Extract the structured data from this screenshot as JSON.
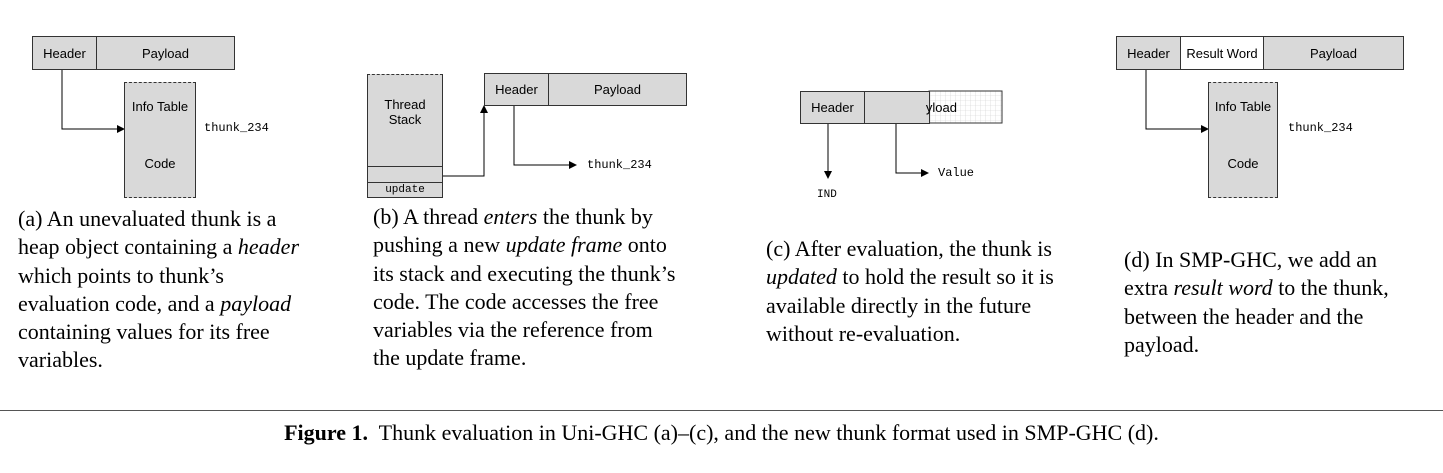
{
  "panel_a": {
    "header": "Header",
    "payload": "Payload",
    "info_table": "Info Table",
    "code": "Code",
    "thunk_label": "thunk_234",
    "caption": {
      "t1": "(a) An unevaluated thunk is a heap object containing a ",
      "t2": "header",
      "t3": " which points to thunk’s evaluation code, and a ",
      "t4": "payload",
      "t5": " containing values for its free variables."
    }
  },
  "panel_b": {
    "thread_stack": "Thread Stack",
    "update": "update",
    "header": "Header",
    "payload": "Payload",
    "thunk_label": "thunk_234",
    "caption": {
      "t1": "(b) A thread ",
      "t2": "enters",
      "t3": " the thunk by pushing a new ",
      "t4": "update frame",
      "t5": " onto its stack and executing the thunk’s code. The code accesses the free variables via the reference from the update frame."
    }
  },
  "panel_c": {
    "header": "Header",
    "payload_partial": "yload",
    "ind": "IND",
    "value": "Value",
    "caption": {
      "t1": "(c) After evaluation, the thunk is ",
      "t2": "updated",
      "t3": " to hold the result so it is available directly in the future without re-evaluation."
    }
  },
  "panel_d": {
    "header": "Header",
    "result_word": "Result Word",
    "payload": "Payload",
    "info_table": "Info Table",
    "code": "Code",
    "thunk_label": "thunk_234",
    "caption": {
      "t1": "(d) In SMP-GHC, we add an extra ",
      "t2": "result word",
      "t3": " to the thunk, between the header and the payload."
    }
  },
  "figure_caption": {
    "label": "Figure 1.",
    "text": "  Thunk evaluation in Uni-GHC (a)–(c), and the new thunk format used in SMP-GHC (d)."
  },
  "colors": {
    "fill": "#d9d9d9",
    "stroke": "#333333"
  }
}
